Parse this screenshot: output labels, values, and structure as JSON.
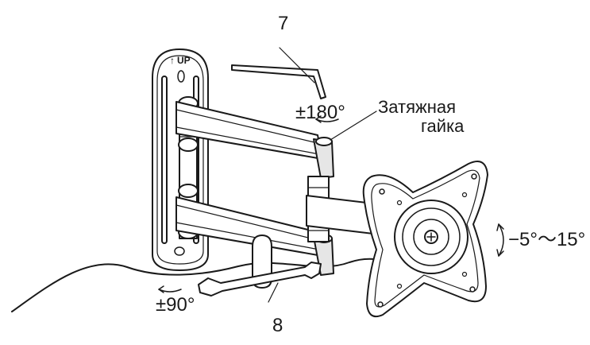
{
  "labels": {
    "part_key": "7",
    "part_wrench": "8",
    "rotate_180": "±180°",
    "rotate_90": "±90°",
    "tilt_range": "−5°～15°",
    "tension_nut_line1": "Затяжная",
    "tension_nut_line2": "гайка",
    "up_mark": "UP"
  },
  "colors": {
    "stroke": "#1a1a1a",
    "fill": "#ffffff",
    "shade": "#e6e6e6"
  }
}
